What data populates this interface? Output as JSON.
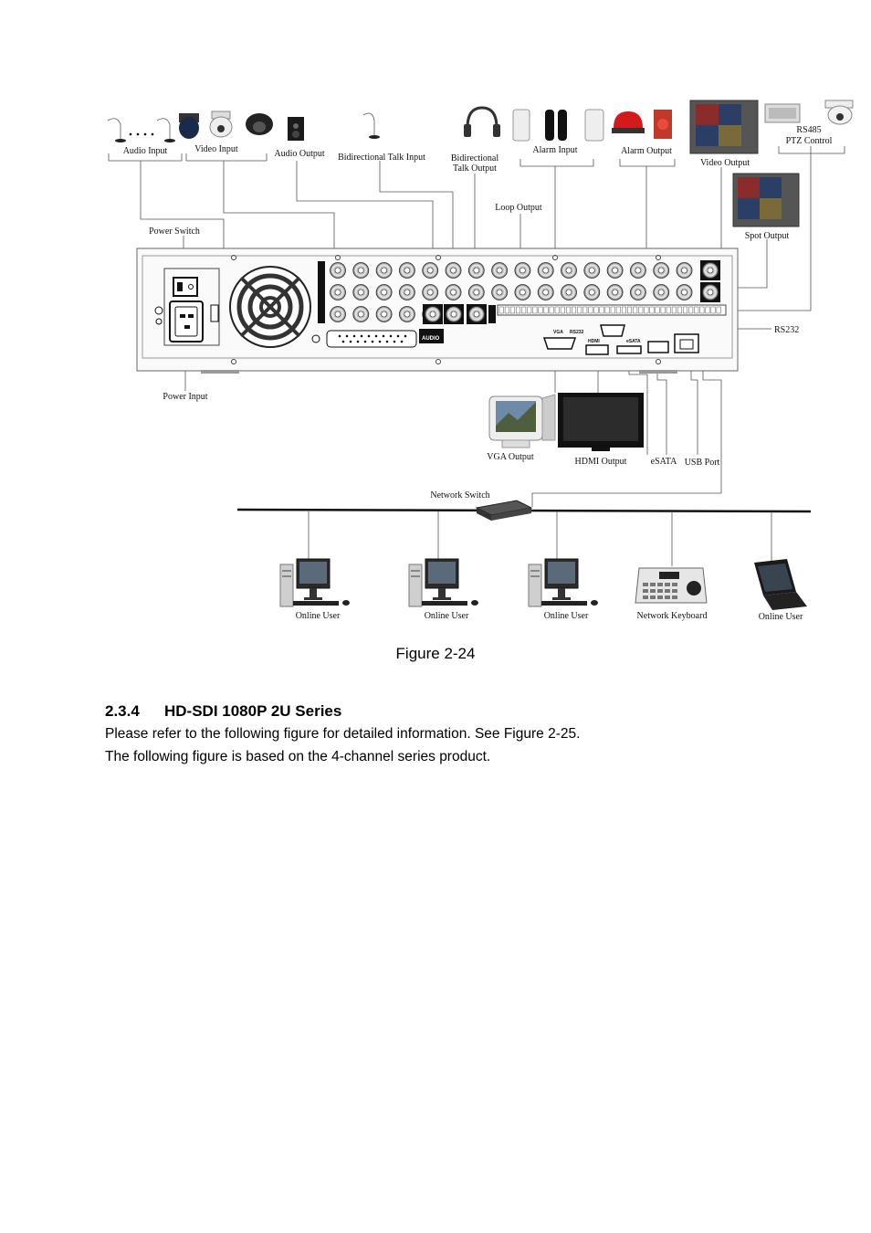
{
  "figure": {
    "caption": "Figure 2-24",
    "labels": {
      "audio_input": "Audio Input",
      "video_input": "Video Input",
      "audio_output": "Audio Output",
      "bidirectional_talk_input": "Bidirectional Talk Input",
      "bidirectional_talk_output_1": "Bidirectional",
      "bidirectional_talk_output_2": "Talk Output",
      "alarm_input": "Alarm Input",
      "alarm_output": "Alarm Output",
      "video_output": "Video Output",
      "rs485_1": "RS485",
      "rs485_2": "PTZ Control",
      "loop_output": "Loop Output",
      "power_switch": "Power Switch",
      "spot_output": "Spot  Output",
      "rs232": "RS232",
      "power_input": "Power Input",
      "vga_output": "VGA Output",
      "hdmi_output": "HDMI Output",
      "esata": "eSATA",
      "usb_port": "USB Port",
      "network_switch": "Network Switch",
      "online_user": "Online User",
      "network_keyboard": "Network Keyboard",
      "panel_audio": "AUDIO",
      "panel_vga": "VGA",
      "panel_rs232": "RS232",
      "panel_hdmi": "HDMI",
      "panel_esata": "eSATA"
    }
  },
  "section": {
    "number": "2.3.4",
    "title": "HD-SDI 1080P 2U Series"
  },
  "paragraphs": [
    "Please refer to the following figure for detailed information. See Figure 2-25.",
    "The following figure is based on the 4-channel series product."
  ]
}
